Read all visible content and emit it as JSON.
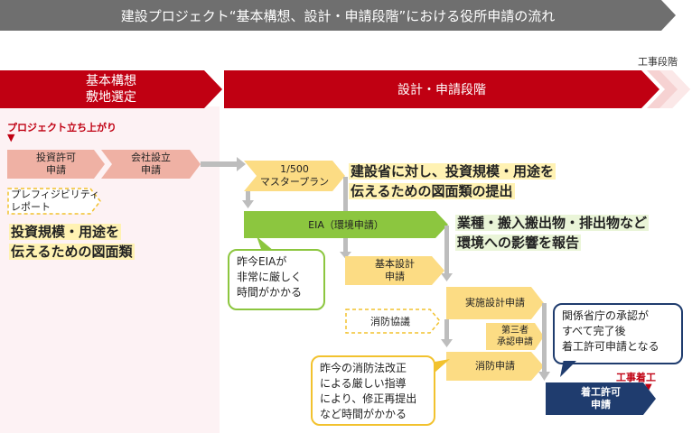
{
  "title": "建設プロジェクト“基本構想、設計・申請段階”における役所申請の流れ",
  "phases": {
    "construction": "工事段階",
    "basic_line1": "基本構想",
    "basic_line2": "敷地選定",
    "design": "設計・申請段階"
  },
  "project_start": "プロジェクト立ち上がり",
  "project_start_marker": "▼",
  "steps": {
    "investment_permit_l1": "投資許可",
    "investment_permit_l2": "申請",
    "company_l1": "会社設立",
    "company_l2": "申請",
    "master_l1": "1/500",
    "master_l2": "マスタープラン",
    "eia": "EIA（環境申請）",
    "basic_design_l1": "基本設計",
    "basic_design_l2": "申請",
    "detail_design": "実施設計申請",
    "third_party_l1": "第三者",
    "third_party_l2": "承認申請",
    "fire_apply": "消防申請",
    "start_permit_l1": "着工許可",
    "start_permit_l2": "申請"
  },
  "dashed": {
    "prefeasibility_l1": "プレフィジビリティ",
    "prefeasibility_l2": "レポート",
    "fire_consult": "消防協議"
  },
  "notes": {
    "left_l1": "投資規模・用途を",
    "left_l2": "伝えるための図面類",
    "master_l1": "建設省に対し、投資規模・用途を",
    "master_l2": "伝えるための図面類の提出",
    "eia_l1": "業種・搬入搬出物・排出物など",
    "eia_l2": "環境への影響を報告"
  },
  "bubbles": {
    "eia_l1": "昨今EIAが",
    "eia_l2": "非常に厳しく",
    "eia_l3": "時間がかかる",
    "approval_l1": "関係省庁の承認が",
    "approval_l2": "すべて完了後",
    "approval_l3": "着工許可申請となる",
    "fire_l1": "昨今の消防法改正",
    "fire_l2": "による厳しい指導",
    "fire_l3": "により、修正再提出",
    "fire_l4": "など時間がかかる"
  },
  "construction_start": "工事着工",
  "construction_start_marker": "▼",
  "colors": {
    "red": "#c00012",
    "salmon": "#efb1a4",
    "yellow": "#fcdc84",
    "green": "#8cc63f",
    "navy": "#1f3c6e",
    "gray": "#6f6f6f"
  }
}
